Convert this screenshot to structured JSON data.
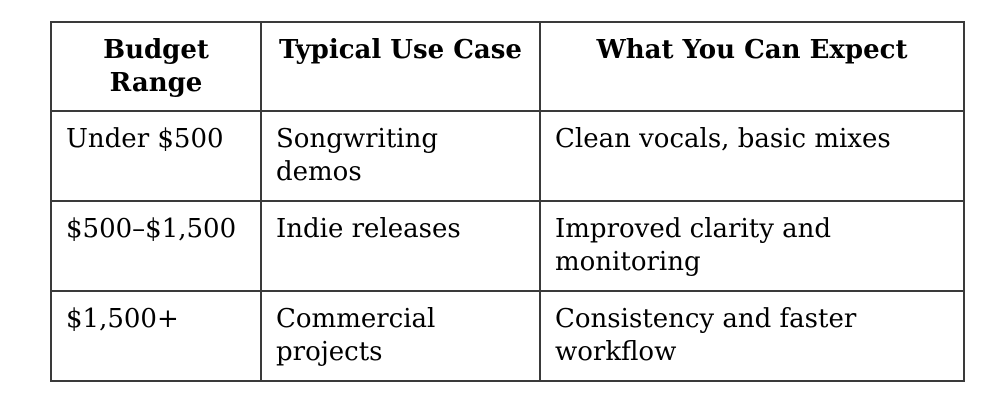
{
  "table": {
    "headers": [
      "Budget Range",
      "Typical Use Case",
      "What You Can Expect"
    ],
    "rows": [
      {
        "cells": [
          "Under $500",
          "Songwriting demos",
          "Clean vocals, basic mixes"
        ]
      },
      {
        "cells": [
          "$500–$1,500",
          "Indie releases",
          "Improved clarity and monitoring"
        ]
      },
      {
        "cells": [
          "$1,500+",
          "Commercial projects",
          "Consistency and faster workflow"
        ]
      }
    ],
    "colors": {
      "border": "#3a3a3a",
      "text": "#000000",
      "background": "#ffffff"
    }
  }
}
